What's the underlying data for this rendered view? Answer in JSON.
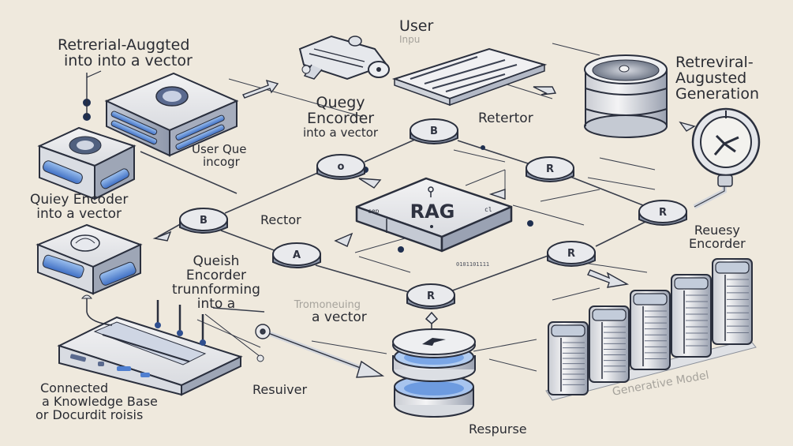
{
  "diagram": {
    "title": "RAG",
    "colors": {
      "background": "#efe9dd",
      "stroke": "#2a2f3d",
      "box_face": "#e4e5e8",
      "box_side": "#a9b0bf",
      "accent_blue": "#4f7fd0",
      "accent_light_blue": "#8fb6e8",
      "text": "#2a2c33",
      "faint_text": "#a6a39c"
    },
    "labels": {
      "top_left": [
        "Retrerial-Auggted",
        "into  into  a vector"
      ],
      "user_input": [
        "User",
        "Inpu"
      ],
      "query_encoder_top": [
        "Quegy",
        "Encorder",
        "into a vector"
      ],
      "retertor_top": [
        "Retertor"
      ],
      "rag_title": [
        "Retreviral-",
        "Augusted",
        "Generation"
      ],
      "user_query_encoder": [
        "User Que",
        "incogr"
      ],
      "query_encoder_left": [
        "Quiey Encoder",
        "into a vector"
      ],
      "rector": [
        "Rector"
      ],
      "reuesy_encoder": [
        "Reuesy",
        "Encorder"
      ],
      "queish_encoder": [
        "Queish",
        "Encorder",
        "trunnforming",
        "into a"
      ],
      "transforming": [
        "Tromoneuing",
        "a vector"
      ],
      "knowledge_base": [
        "Connected",
        "a Knowledge Base",
        "or Docurdit roisis"
      ],
      "resuiver": [
        "Resuiver"
      ],
      "response": [
        "Respurse"
      ],
      "generative_model": [
        "Generative Model"
      ]
    },
    "nodes": [
      {
        "id": "node-top",
        "letter": "B"
      },
      {
        "id": "node-upper-left",
        "letter": "o"
      },
      {
        "id": "node-left",
        "letter": "B"
      },
      {
        "id": "node-right-upper",
        "letter": "R"
      },
      {
        "id": "node-right",
        "letter": "R"
      },
      {
        "id": "node-lower-left",
        "letter": "A"
      },
      {
        "id": "node-lower-right",
        "letter": "R"
      },
      {
        "id": "node-bottom",
        "letter": "R"
      }
    ],
    "central_box": {
      "label": "RAG"
    },
    "components": [
      {
        "id": "query-encoder-server",
        "label": "Query encoder server"
      },
      {
        "id": "user-query-cube",
        "label": "User query cube"
      },
      {
        "id": "encoder-cube",
        "label": "Encoder cube"
      },
      {
        "id": "knowledge-base-device",
        "label": "Knowledge base device"
      },
      {
        "id": "input-device",
        "label": "User input device"
      },
      {
        "id": "input-document",
        "label": "Input document"
      },
      {
        "id": "retriever-database",
        "label": "Retriever database"
      },
      {
        "id": "magnifier",
        "label": "Search magnifier"
      },
      {
        "id": "vector-store",
        "label": "Vector store"
      },
      {
        "id": "generative-model-servers",
        "label": "Generative model servers",
        "count": 5
      }
    ]
  }
}
